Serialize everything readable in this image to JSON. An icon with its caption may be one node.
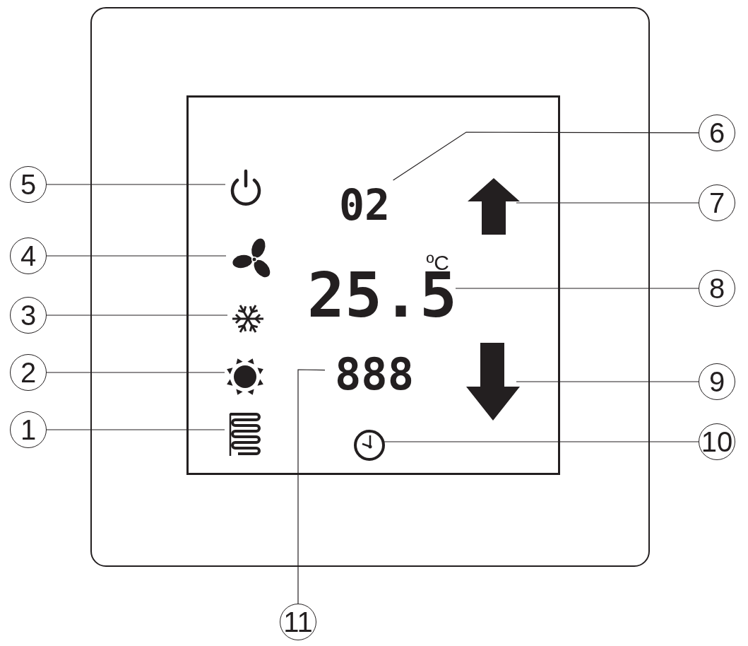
{
  "diagram": {
    "nodes": [
      {
        "text": [],
        "shape": "box"
      },
      {
        "text": [],
        "shape": "box",
        "in": 0
      },
      {
        "text": [],
        "shape": "icon",
        "in": 1
      },
      {
        "text": [
          "02"
        ],
        "in": 1
      },
      {
        "text": [],
        "shape": "arrow",
        "in": 1
      },
      {
        "text": [],
        "shape": "icon",
        "in": 1
      },
      {
        "text": [
          "ºC",
          "25.5"
        ],
        "in": 1
      },
      {
        "text": [],
        "shape": "icon",
        "in": 1
      },
      {
        "text": [],
        "shape": "icon",
        "in": 1
      },
      {
        "text": [
          "888"
        ],
        "in": 1
      },
      {
        "text": [],
        "shape": "arrow",
        "in": 1
      },
      {
        "text": [],
        "shape": "icon",
        "in": 1
      },
      {
        "text": [],
        "shape": "icon",
        "in": 1
      },
      {
        "text": [
          "1"
        ]
      },
      {
        "text": [
          "2"
        ]
      },
      {
        "text": [
          "3"
        ]
      },
      {
        "text": [
          "4"
        ]
      },
      {
        "text": [
          "5"
        ]
      },
      {
        "text": [
          "6"
        ]
      },
      {
        "text": [
          "7"
        ]
      },
      {
        "text": [
          "8"
        ]
      },
      {
        "text": [
          "9"
        ]
      },
      {
        "text": [
          "10"
        ]
      },
      {
        "text": [
          "11"
        ]
      }
    ],
    "edges": [
      {
        "from": 13,
        "to": 11,
        "arrow": "none"
      },
      {
        "from": 14,
        "to": 8,
        "arrow": "none"
      },
      {
        "from": 15,
        "to": 7,
        "arrow": "none"
      },
      {
        "from": 16,
        "to": 5,
        "arrow": "none"
      },
      {
        "from": 17,
        "to": 2,
        "arrow": "none"
      },
      {
        "from": 18,
        "to": 3,
        "arrow": "none"
      },
      {
        "from": 19,
        "to": 4,
        "arrow": "none"
      },
      {
        "from": 20,
        "to": 6,
        "arrow": "none"
      },
      {
        "from": 21,
        "to": 10,
        "arrow": "none"
      },
      {
        "from": 22,
        "to": 12,
        "arrow": "none"
      },
      {
        "from": 23,
        "to": 9,
        "arrow": "none"
      }
    ]
  }
}
